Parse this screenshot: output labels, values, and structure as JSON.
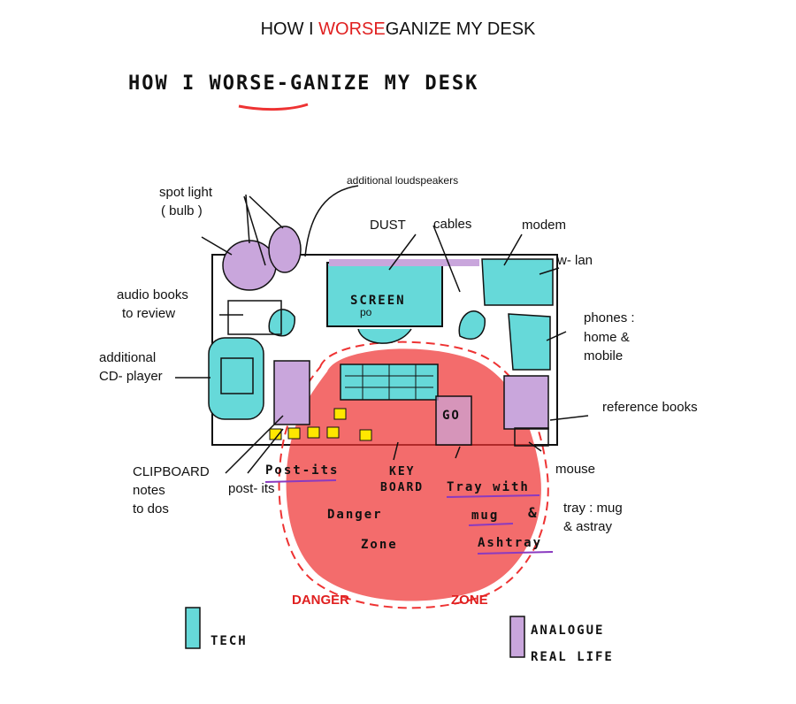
{
  "title": {
    "prefix": "HOW I ",
    "highlight": "WORSE",
    "suffix": "GANIZE MY DESK"
  },
  "handwritten_title": "HOW I WORSE-GANIZE MY DESK",
  "labels": {
    "spot_light_1": "spot light",
    "spot_light_2": "( bulb )",
    "additional_loudspeakers": "additional loudspeakers",
    "dust": "DUST",
    "cables": "cables",
    "modem": "modem",
    "w_lan": "w- lan",
    "audio_books_1": "audio books",
    "audio_books_2": "to review",
    "phones_1": "phones :",
    "phones_2": "home &",
    "phones_3": "mobile",
    "cd_player_1": "additional",
    "cd_player_2": "CD- player",
    "reference_books": "reference books",
    "clipboard_1": "CLIPBOARD",
    "clipboard_2": "notes",
    "clipboard_3": "to dos",
    "post_its": "post- its",
    "mouse": "mouse",
    "tray_1": "tray : mug",
    "tray_2": "& astray",
    "danger": "DANGER",
    "zone": "ZONE"
  },
  "sketch_text": {
    "screen": "SCREEN",
    "po": "po",
    "post_its_hand": "Post-its",
    "keyboard_1": "KEY",
    "keyboard_2": "BOARD",
    "tray_with": "Tray with",
    "mug": "mug",
    "amp": "&",
    "ashtray": "Ashtray",
    "danger_hand": "Danger",
    "zone_hand": "Zone",
    "go": "GO"
  },
  "legend": [
    {
      "label": "TECH",
      "color": "#66d9d9"
    },
    {
      "label_1": "ANALOGUE",
      "label_2": "REAL LIFE",
      "color": "#c9a6dc"
    }
  ],
  "colors": {
    "tech": "#66d9d9",
    "analogue": "#c9a6dc",
    "danger": "#ee3333",
    "underline": "#8a3ac0"
  }
}
